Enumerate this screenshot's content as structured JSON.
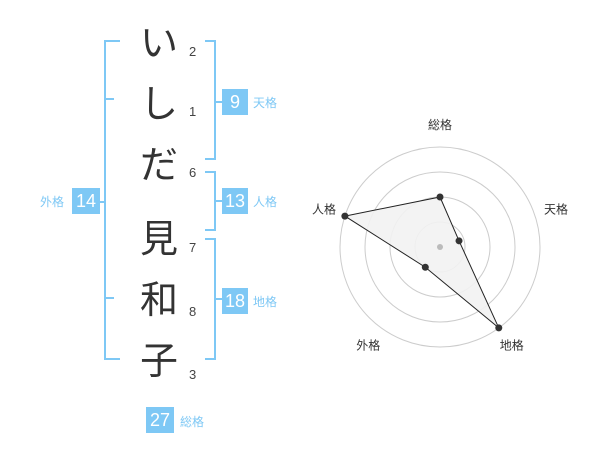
{
  "name": {
    "characters": [
      {
        "char": "い",
        "strokes": "2"
      },
      {
        "char": "し",
        "strokes": "1"
      },
      {
        "char": "だ",
        "strokes": "6"
      },
      {
        "char": "見",
        "strokes": "7"
      },
      {
        "char": "和",
        "strokes": "8"
      },
      {
        "char": "子",
        "strokes": "3"
      }
    ]
  },
  "fortune": {
    "tenkaku": {
      "value": "9",
      "label": "天格"
    },
    "jinkaku": {
      "value": "13",
      "label": "人格"
    },
    "chikaku": {
      "value": "18",
      "label": "地格"
    },
    "gaikaku": {
      "value": "14",
      "label": "外格"
    },
    "soukaku": {
      "value": "27",
      "label": "総格"
    }
  },
  "colors": {
    "accent": "#7ec8f5",
    "text": "#333333",
    "polygon_fill": "#f2f2f2",
    "ring": "#cccccc"
  },
  "chart_data": {
    "type": "radar",
    "axes": [
      "総格",
      "天格",
      "地格",
      "外格",
      "人格"
    ],
    "values": [
      0.5,
      0.2,
      1.0,
      0.25,
      1.0
    ],
    "max": 1.0,
    "rings": 4
  }
}
